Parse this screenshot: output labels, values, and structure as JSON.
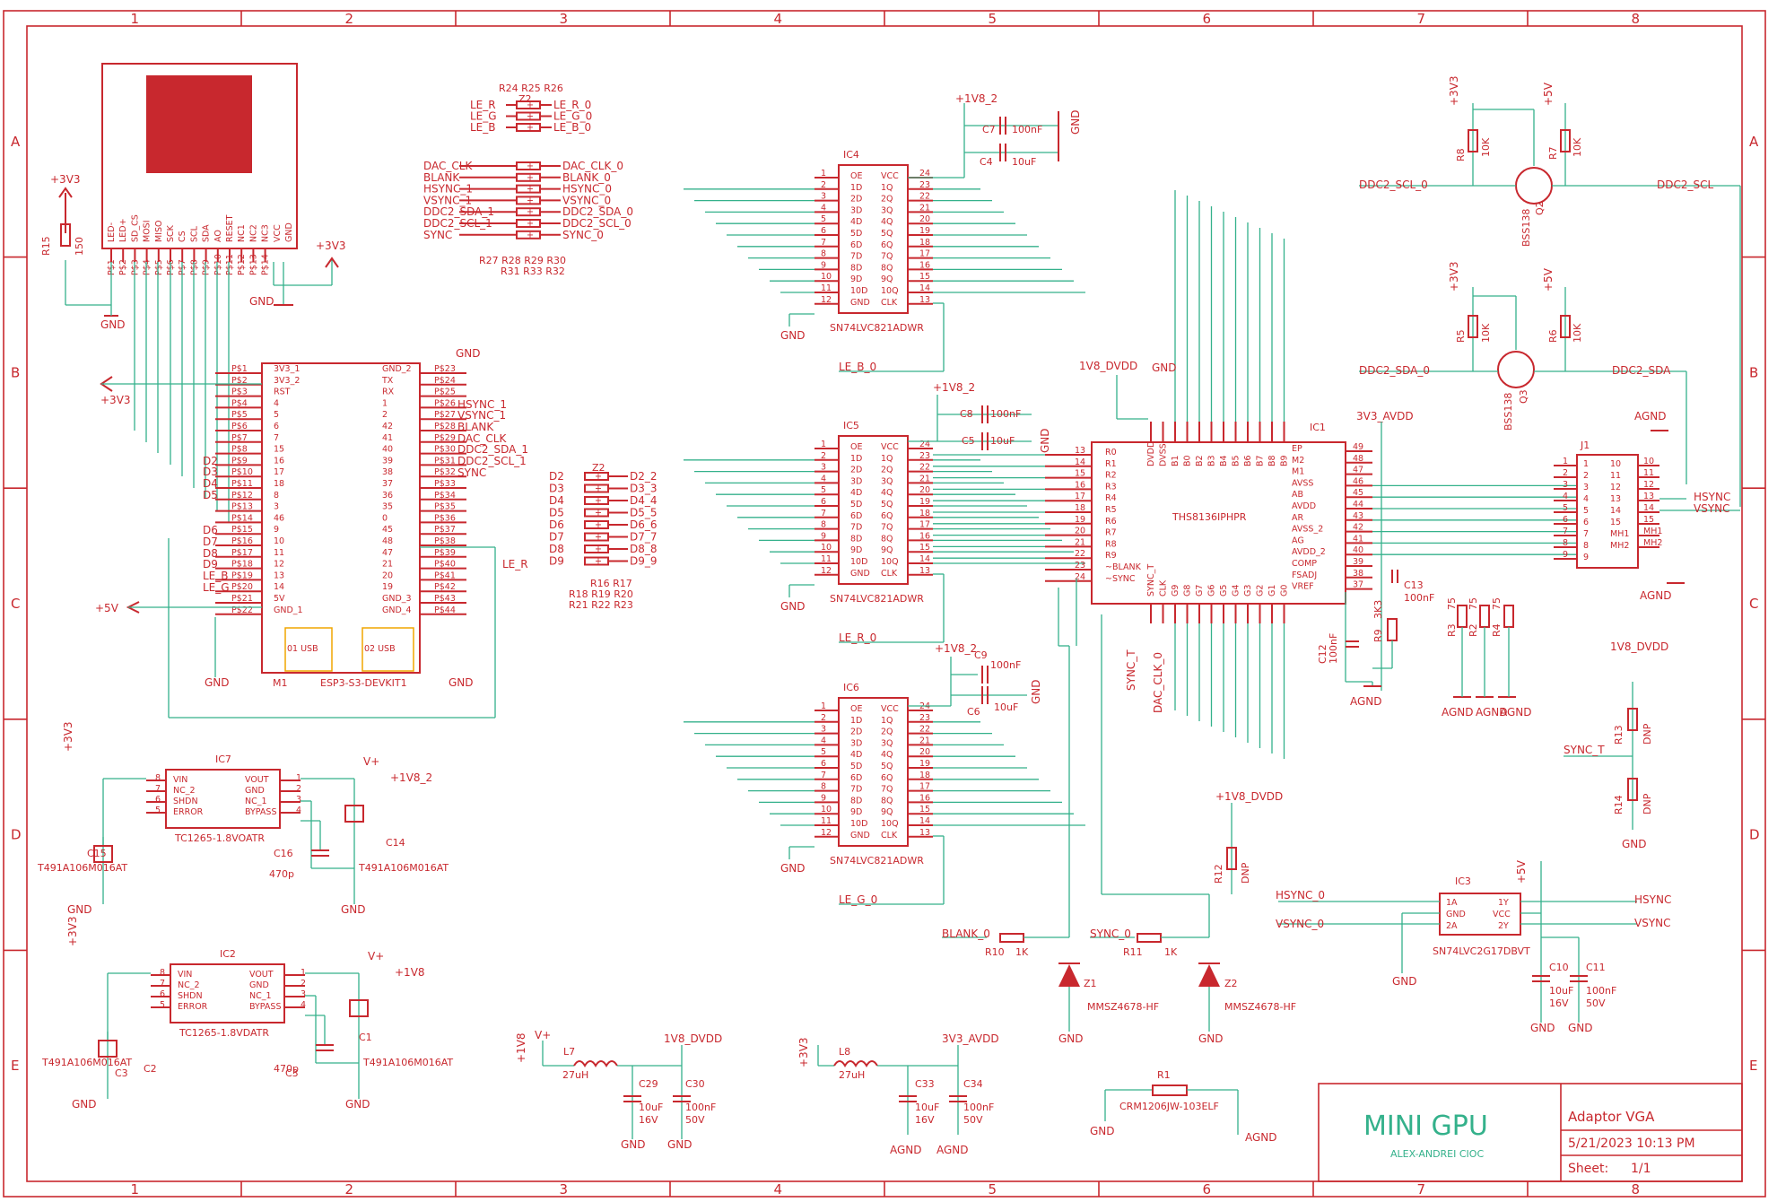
{
  "grid": {
    "columns": [
      "1",
      "2",
      "3",
      "4",
      "5",
      "6",
      "7",
      "8"
    ],
    "rows": [
      "A",
      "B",
      "C",
      "D",
      "E"
    ]
  },
  "title_block": {
    "project": "MINI GPU",
    "author": "ALEX-ANDREI CIOC",
    "sheet_title": "Adaptor VGA",
    "timestamp": "5/21/2023 10:13 PM",
    "sheet_label": "Sheet:",
    "sheet_value": "1/1"
  },
  "parts": {
    "display": {
      "pins": [
        "P$1",
        "P$2",
        "P$3",
        "P$4",
        "P$5",
        "P$6",
        "P$7",
        "P$8",
        "P$9",
        "P$10",
        "P$11",
        "P$12",
        "P$13",
        "P$14"
      ],
      "labels": [
        "LED-",
        "LED+",
        "SD_CS",
        "MOSI",
        "MISO",
        "SCK",
        "CS",
        "SCL",
        "SDA",
        "AO",
        "RESET",
        "NC1",
        "NC2",
        "NC3",
        "VCC",
        "GND"
      ]
    },
    "esp": {
      "name": "M1",
      "value": "ESP3-S3-DEVKIT1",
      "usb1": "01 USB",
      "usb2": "02 USB",
      "left_pins": [
        "P$1",
        "P$2",
        "P$3",
        "P$4",
        "P$5",
        "P$6",
        "P$7",
        "P$8",
        "P$9",
        "P$10",
        "P$11",
        "P$12",
        "P$13",
        "P$14",
        "P$15",
        "P$16",
        "P$17",
        "P$18",
        "P$19",
        "P$20",
        "P$21",
        "P$22"
      ],
      "left_names": [
        "3V3_1",
        "3V3_2",
        "RST",
        "4",
        "5",
        "6",
        "7",
        "15",
        "16",
        "17",
        "18",
        "8",
        "3",
        "46",
        "9",
        "10",
        "11",
        "12",
        "13",
        "14",
        "5V",
        "GND_1"
      ],
      "right_pins": [
        "P$23",
        "P$24",
        "P$25",
        "P$26",
        "P$27",
        "P$28",
        "P$29",
        "P$30",
        "P$31",
        "P$32",
        "P$33",
        "P$34",
        "P$35",
        "P$36",
        "P$37",
        "P$38",
        "P$39",
        "P$40",
        "P$41",
        "P$42",
        "P$43",
        "P$44"
      ],
      "right_names": [
        "GND_2",
        "TX",
        "RX",
        "1",
        "2",
        "42",
        "41",
        "40",
        "39",
        "38",
        "37",
        "36",
        "35",
        "0",
        "45",
        "48",
        "47",
        "21",
        "20",
        "19",
        "GND_3",
        "GND_4"
      ],
      "left_nets": [
        "D2",
        "D3",
        "D4",
        "D5",
        "D6",
        "D7",
        "D8",
        "D9",
        "LE_B",
        "LE_G"
      ],
      "right_nets": [
        "HSYNC_1",
        "VSYNC_1",
        "BLANK",
        "DAC_CLK",
        "DDC2_SDA_1",
        "DDC2_SCL_1",
        "SYNC",
        "LE_R"
      ]
    },
    "latch": {
      "pin_left": [
        "OE",
        "1D",
        "2D",
        "3D",
        "4D",
        "5D",
        "6D",
        "7D",
        "8D",
        "9D",
        "10D",
        "GND"
      ],
      "pin_right": [
        "VCC",
        "1Q",
        "2Q",
        "3Q",
        "4Q",
        "5Q",
        "6Q",
        "7Q",
        "8Q",
        "9Q",
        "10Q",
        "CLK"
      ],
      "num_left": [
        "1",
        "2",
        "3",
        "4",
        "5",
        "6",
        "7",
        "8",
        "9",
        "10",
        "11",
        "12"
      ],
      "num_right": [
        "24",
        "23",
        "22",
        "21",
        "20",
        "19",
        "18",
        "17",
        "16",
        "15",
        "14",
        "13"
      ],
      "units": [
        {
          "name": "IC4",
          "value": "SN74LVC821ADWR",
          "le": "LE_B_0"
        },
        {
          "name": "IC5",
          "value": "SN74LVC821ADWR",
          "le": "LE_R_0"
        },
        {
          "name": "IC6",
          "value": "SN74LVC821ADWR",
          "le": "LE_G_0"
        }
      ]
    },
    "dac": {
      "name": "IC1",
      "value": "THS8136IPHPR",
      "left_pins": [
        "R0",
        "R1",
        "R2",
        "R3",
        "R4",
        "R5",
        "R6",
        "R7",
        "R8",
        "R9",
        "~BLANK",
        "~SYNC"
      ],
      "left_nums": [
        "13",
        "14",
        "15",
        "16",
        "17",
        "18",
        "19",
        "20",
        "21",
        "22",
        "23",
        "24"
      ],
      "right_pins": [
        "EP",
        "M2",
        "M1",
        "AVSS",
        "AB",
        "AVDD",
        "AR",
        "AVSS_2",
        "AG",
        "AVDD_2",
        "COMP",
        "FSADJ",
        "VREF"
      ],
      "right_nums": [
        "49",
        "48",
        "47",
        "46",
        "45",
        "44",
        "43",
        "42",
        "41",
        "40",
        "39",
        "38",
        "37"
      ],
      "top_pins": [
        "DVDD",
        "DVSS",
        "B1",
        "B0",
        "B2",
        "B3",
        "B4",
        "B5",
        "B6",
        "B7",
        "B8",
        "B9"
      ],
      "bottom_pins": [
        "SYNC_T",
        "CLK",
        "G9",
        "G8",
        "G7",
        "G6",
        "G5",
        "G4",
        "G3",
        "G2",
        "G1",
        "G0"
      ]
    },
    "vga_conn": {
      "name": "J1",
      "left": [
        "1",
        "2",
        "3",
        "4",
        "5",
        "6",
        "7",
        "8",
        "9"
      ],
      "right": [
        "10",
        "11",
        "12",
        "13",
        "14",
        "15",
        "MH1",
        "MH2"
      ],
      "right_nums": [
        "10",
        "11",
        "12",
        "13",
        "14",
        "15",
        "MH1",
        "MH2"
      ]
    },
    "buffer": {
      "name": "IC3",
      "value": "SN74LVC2G17DBVT",
      "pins": [
        "1A",
        "GND",
        "2A",
        "1Y",
        "VCC",
        "2Y"
      ]
    },
    "regulators": [
      {
        "name": "IC7",
        "value": "TC1265-1.8VOATR",
        "pins_left": [
          "VIN",
          "NC_2",
          "SHDN",
          "ERROR"
        ],
        "pins_right": [
          "VOUT",
          "GND",
          "NC_1",
          "BYPASS"
        ]
      },
      {
        "name": "IC2",
        "value": "TC1265-1.8VDATR",
        "pins_left": [
          "VIN",
          "NC_2",
          "SHDN",
          "ERROR"
        ],
        "pins_right": [
          "VOUT",
          "GND",
          "NC_1",
          "BYPASS"
        ]
      }
    ],
    "passives": {
      "rn_top": {
        "names": "R24 R25 R26",
        "z": "Z2",
        "inputs": [
          "LE_R",
          "LE_G",
          "LE_B"
        ],
        "outputs": [
          "LE_R_0",
          "LE_G_0",
          "LE_B_0"
        ]
      },
      "rn_ctrl": {
        "names_bottom1": "R27 R28 R29 R30",
        "names_bottom2": "R31 R33 R32",
        "inputs": [
          "DAC_CLK",
          "BLANK",
          "HSYNC_1",
          "VSYNC_1",
          "DDC2_SDA_1",
          "DDC2_SCL_1",
          "SYNC"
        ],
        "outputs": [
          "DAC_CLK_0",
          "BLANK_0",
          "HSYNC_0",
          "VSYNC_0",
          "DDC2_SDA_0",
          "DDC2_SCL_0",
          "SYNC_0"
        ]
      },
      "rn_data": {
        "names": [
          "R16 R17",
          "R18 R19 R20",
          "R21 R22 R23"
        ],
        "z": "Z2",
        "inputs": [
          "D2",
          "D3",
          "D4",
          "D5",
          "D6",
          "D7",
          "D8",
          "D9"
        ],
        "outputs": [
          "D2_2",
          "D3_3",
          "D4_4",
          "D5_5",
          "D6_6",
          "D7_7",
          "D8_8",
          "D9_9"
        ]
      }
    }
  },
  "labels": {
    "nets": {
      "p3v3": "+3V3",
      "p5v": "+5V",
      "gnd": "GND",
      "agnd": "AGND",
      "v1v8_2": "+1V8_2",
      "v1v8": "+1V8",
      "dvdd": "1V8_DVDD",
      "avdd": "3V3_AVDD",
      "vplus": "V+",
      "hsync": "HSYNC",
      "vsync": "VSYNC",
      "hsync0": "HSYNC_0",
      "vsync0": "VSYNC_0",
      "ddc_scl": "DDC2_SCL",
      "ddc_sda": "DDC2_SDA",
      "ddc_scl0": "DDC2_SCL_0",
      "ddc_sda0": "DDC2_SDA_0",
      "sync_t": "SYNC_T",
      "sync0": "SYNC_0",
      "blank0": "BLANK_0",
      "dac_clk0": "DAC_CLK_0",
      "le_b0": "LE_B_0",
      "le_r0": "LE_R_0",
      "le_g0": "LE_G_0",
      "le_r": "LE_R",
      "le_b": "LE_B",
      "le_g": "LE_G",
      "p1v8_dvdd": "+1V8_DVDD",
      "v1v8_dvdd_label": "1V8_DVDD"
    },
    "components": {
      "r15": "R15",
      "r15v": "150",
      "r8": "R8",
      "r8v": "10K",
      "r7": "R7",
      "r7v": "10K",
      "r5": "R5",
      "r5v": "10K",
      "r6": "R6",
      "r6v": "10K",
      "q2": "BSS138",
      "q2n": "Q2",
      "q3": "BSS138",
      "q3n": "Q3",
      "c7": "C7",
      "c7v": "100nF",
      "c4": "C4",
      "c4v": "10uF",
      "c8": "C8",
      "c8v": "100nF",
      "c5": "C5",
      "c5v": "10uF",
      "c9": "C9",
      "c9v": "100nF",
      "c6": "C6",
      "c6v": "10uF",
      "c12": "C12",
      "c12v": "100nF",
      "c13": "C13",
      "c13v": "100nF",
      "r9": "R9",
      "r9v": "3K3",
      "r3": "R3",
      "r3v": "75",
      "r2": "R2",
      "r2v": "75",
      "r4": "R4",
      "r4v": "75",
      "r13": "R13",
      "r13v": "DNP",
      "r14": "R14",
      "r14v": "DNP",
      "r12": "R12",
      "r12v": "DNP",
      "r10": "R10",
      "r10v": "1K",
      "r11": "R11",
      "r11v": "1K",
      "z1": "Z1",
      "z2": "Z2",
      "zv": "MMSZ4678-HF",
      "c15": "C15",
      "c16": "C16",
      "c14": "C14",
      "cap470": "470p",
      "tant": "T491A106M016AT",
      "c3": "C3",
      "c1": "C1",
      "c2": "C2",
      "l7": "L7",
      "l8": "L8",
      "lv": "27uH",
      "c29": "C29",
      "c30": "C30",
      "c33": "C33",
      "c34": "C34",
      "c10": "C10",
      "c11": "C11",
      "cap10": "10uF",
      "cap100": "100nF",
      "v16": "16V",
      "v50": "50V",
      "r1": "R1",
      "r1v": "CRM1206JW-103ELF"
    }
  }
}
